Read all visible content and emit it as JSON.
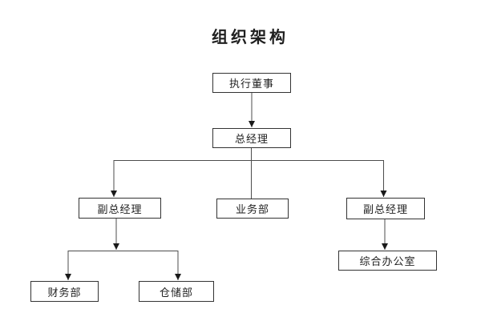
{
  "title": "组织架构",
  "nodes": {
    "executive_director": {
      "label": "执行董事"
    },
    "general_manager": {
      "label": "总经理"
    },
    "deputy_gm_left": {
      "label": "副总经理"
    },
    "business_dept": {
      "label": "业务部"
    },
    "deputy_gm_right": {
      "label": "副总经理"
    },
    "finance_dept": {
      "label": "财务部"
    },
    "warehouse_dept": {
      "label": "仓储部"
    },
    "general_office": {
      "label": "综合办公室"
    }
  },
  "edges": [
    {
      "from": "executive_director",
      "to": "general_manager",
      "arrow": true
    },
    {
      "from": "general_manager",
      "to": "deputy_gm_left",
      "arrow": true
    },
    {
      "from": "general_manager",
      "to": "business_dept",
      "arrow": false
    },
    {
      "from": "general_manager",
      "to": "deputy_gm_right",
      "arrow": true
    },
    {
      "from": "deputy_gm_left",
      "to": "finance_dept",
      "arrow": true
    },
    {
      "from": "deputy_gm_left",
      "to": "warehouse_dept",
      "arrow": true
    },
    {
      "from": "deputy_gm_right",
      "to": "general_office",
      "arrow": true
    }
  ],
  "colors": {
    "background": "#ffffff",
    "line": "#4d4d4d",
    "box_border": "#333333",
    "text": "#1f1f1f"
  }
}
